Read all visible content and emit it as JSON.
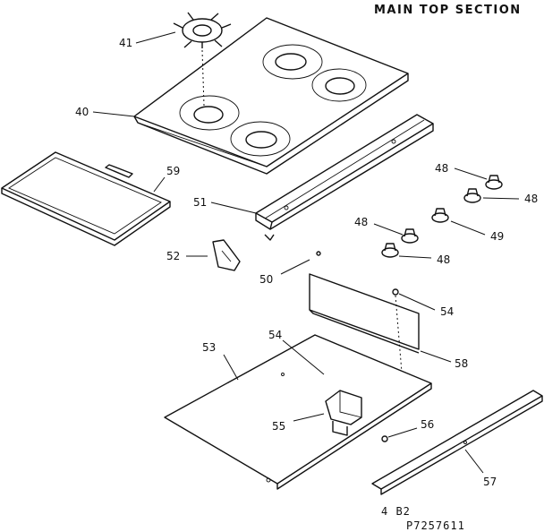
{
  "diagram": {
    "title": "MAIN TOP SECTION",
    "footer_code_1": "4 B2",
    "footer_code_2": "P7257611",
    "callouts": {
      "c41": "41",
      "c40": "40",
      "c59": "59",
      "c51": "51",
      "c52": "52",
      "c50": "50",
      "c48a": "48",
      "c48b": "48",
      "c48c": "48",
      "c48d": "48",
      "c49": "49",
      "c54a": "54",
      "c54b": "54",
      "c58": "58",
      "c53": "53",
      "c55": "55",
      "c56": "56",
      "c57": "57"
    }
  }
}
